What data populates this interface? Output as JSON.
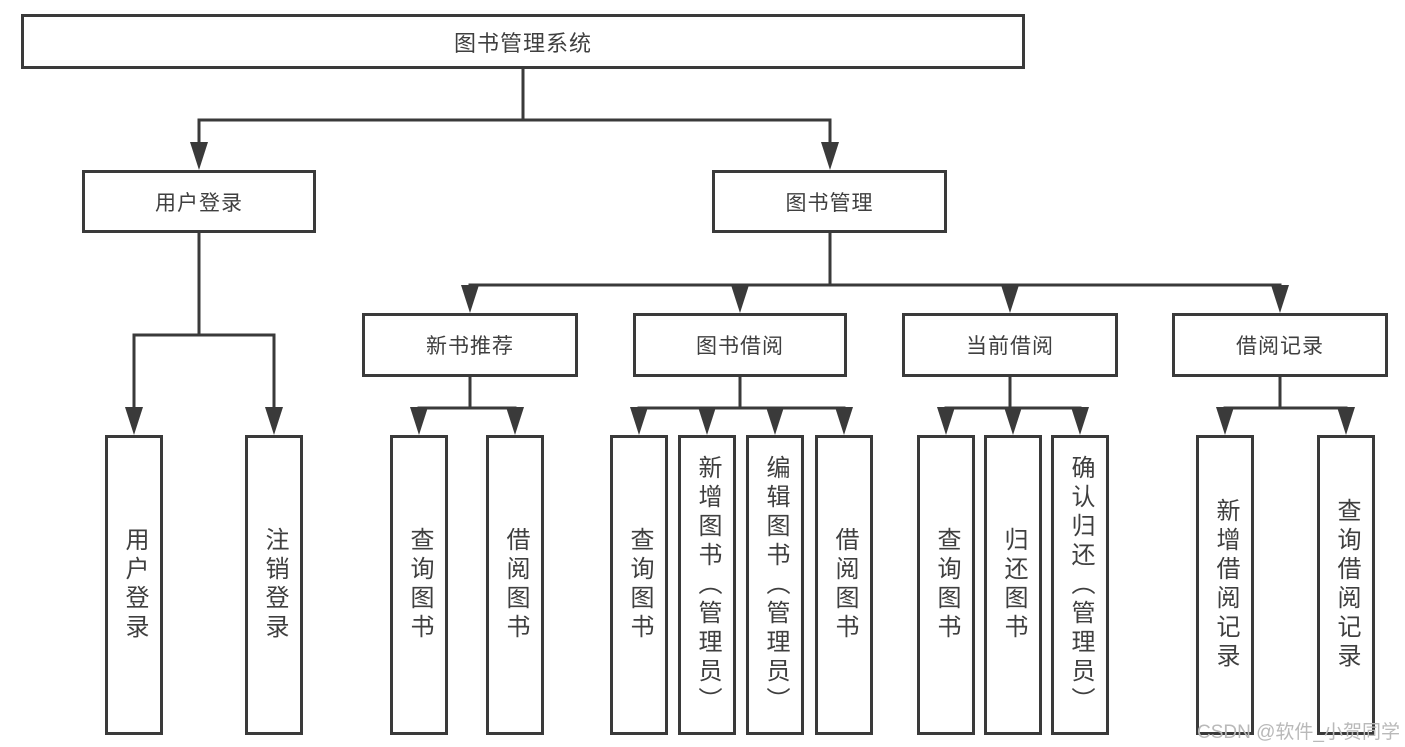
{
  "colors": {
    "line": "#3a3a3a",
    "text": "#3f3f3f",
    "watermark_text": "#b9b9b9",
    "background": "#ffffff"
  },
  "diagram_type": "tree",
  "nodes": {
    "root": {
      "id": "library-management-system",
      "label": "图书管理系统"
    },
    "level2": [
      {
        "id": "user-login",
        "label": "用户登录",
        "parent": "library-management-system"
      },
      {
        "id": "book-management",
        "label": "图书管理",
        "parent": "library-management-system"
      }
    ],
    "level3": [
      {
        "id": "new-book-recommend",
        "label": "新书推荐",
        "parent": "book-management"
      },
      {
        "id": "book-borrow",
        "label": "图书借阅",
        "parent": "book-management"
      },
      {
        "id": "current-borrow",
        "label": "当前借阅",
        "parent": "book-management"
      },
      {
        "id": "borrow-records",
        "label": "借阅记录",
        "parent": "book-management"
      }
    ],
    "leaves": [
      {
        "id": "leaf-user-login",
        "label": "用户登录",
        "parent": "user-login"
      },
      {
        "id": "leaf-logout",
        "label": "注销登录",
        "parent": "user-login"
      },
      {
        "id": "leaf-query-books-recommend",
        "label": "查询图书",
        "parent": "new-book-recommend"
      },
      {
        "id": "leaf-borrow-books-recommend",
        "label": "借阅图书",
        "parent": "new-book-recommend"
      },
      {
        "id": "leaf-query-books-borrow",
        "label": "查询图书",
        "parent": "book-borrow"
      },
      {
        "id": "leaf-add-book-admin",
        "label": "新增图书（管理员）",
        "parent": "book-borrow"
      },
      {
        "id": "leaf-edit-book-admin",
        "label": "编辑图书（管理员）",
        "parent": "book-borrow"
      },
      {
        "id": "leaf-borrow-books-borrow",
        "label": "借阅图书",
        "parent": "book-borrow"
      },
      {
        "id": "leaf-query-books-current",
        "label": "查询图书",
        "parent": "current-borrow"
      },
      {
        "id": "leaf-return-book",
        "label": "归还图书",
        "parent": "current-borrow"
      },
      {
        "id": "leaf-confirm-return-admin",
        "label": "确认归还（管理员）",
        "parent": "current-borrow"
      },
      {
        "id": "leaf-add-borrow-record",
        "label": "新增借阅记录",
        "parent": "borrow-records"
      },
      {
        "id": "leaf-query-borrow-record",
        "label": "查询借阅记录",
        "parent": "borrow-records"
      }
    ]
  },
  "watermark": "CSDN @软件_小贺同学"
}
